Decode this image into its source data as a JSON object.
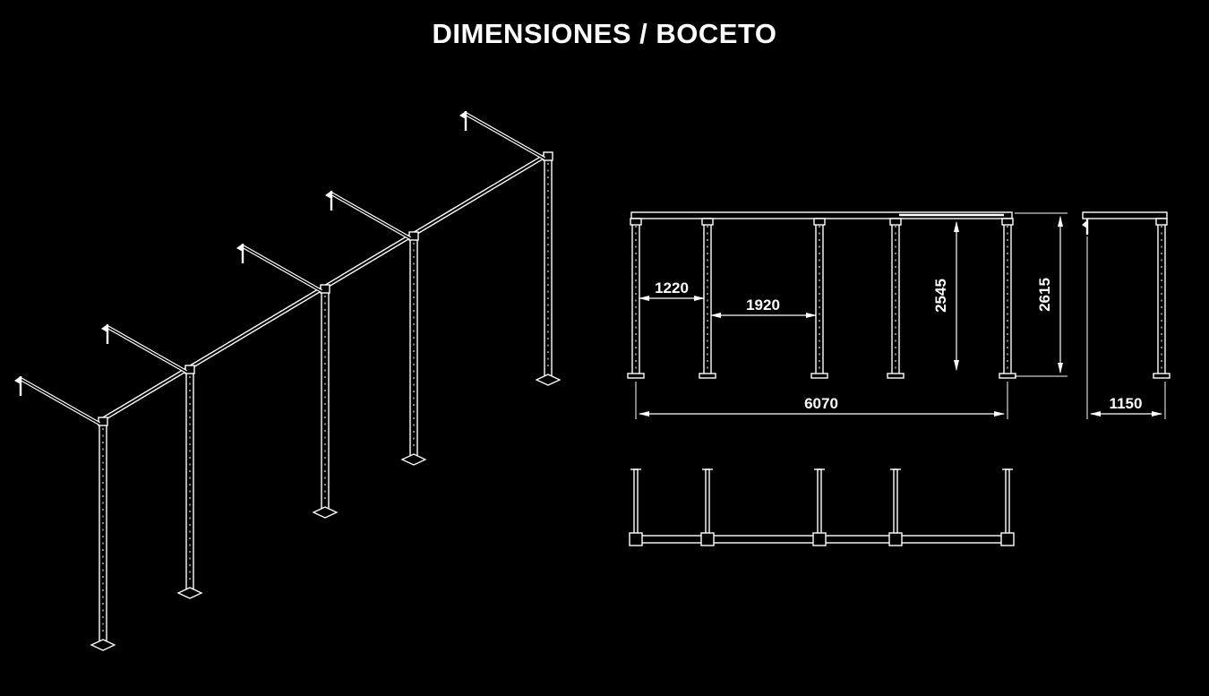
{
  "title": "DIMENSIONES / BOCETO",
  "colors": {
    "background": "#000000",
    "line": "#ffffff"
  },
  "front_view": {
    "dim_bay1": "1220",
    "dim_bay2": "1920",
    "dim_clear_height": "2545",
    "dim_total_height": "2615",
    "dim_total_width": "6070"
  },
  "side_view": {
    "dim_depth": "1150"
  }
}
